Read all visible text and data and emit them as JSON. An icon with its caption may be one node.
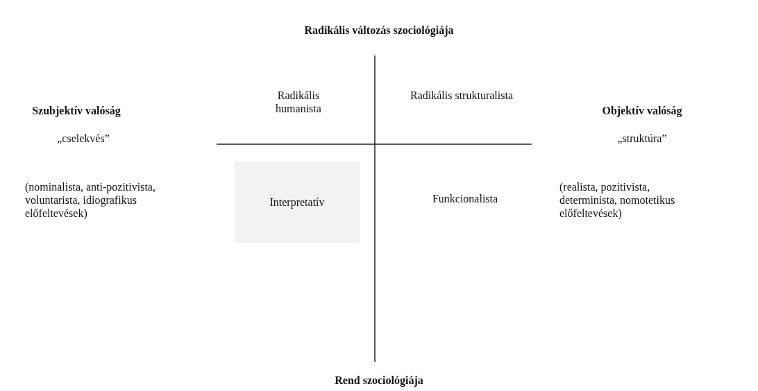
{
  "diagram": {
    "nodes": [
      {
        "text": [
          "Interpretatív"
        ]
      }
    ],
    "labels": [
      "Radikális változás szociológiája",
      "Szubjektív valóság",
      "Radikális humanista",
      "Radikális strukturalista",
      "Objektív valóság",
      "„cselekvés”",
      "„struktúra”",
      "(nominalista, anti-pozitivista, voluntarista, idiografikus előfeltevések)",
      "Funkcionalista",
      "(realista, pozitivista, determinista, nomotetikus előfeltevések)",
      "Rend szociológiája"
    ]
  }
}
